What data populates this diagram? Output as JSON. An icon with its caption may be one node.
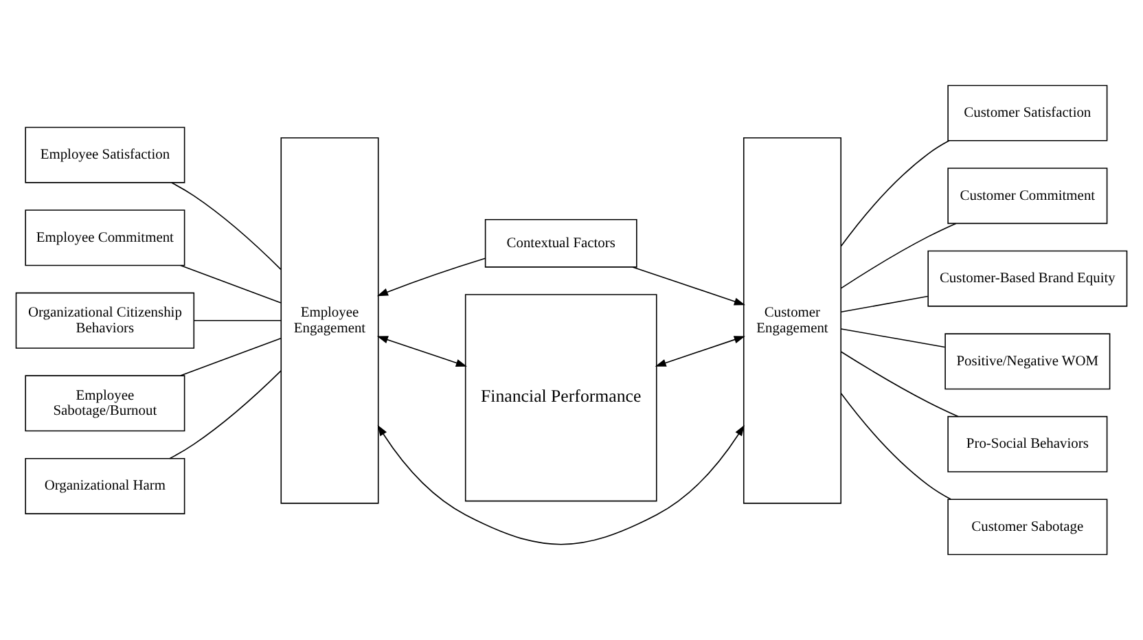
{
  "diagram": {
    "nodes": [
      {
        "text": [
          "Contextual Factors"
        ]
      },
      {
        "text": [
          "Employee Satisfaction"
        ]
      },
      {
        "text": [
          "Employee Commitment"
        ]
      },
      {
        "text": [
          "Organizational Citizenship Behaviors"
        ]
      },
      {
        "text": [
          "Employee Sabotage/Burnout"
        ]
      },
      {
        "text": [
          "Organizational Harm"
        ]
      },
      {
        "text": [
          "Employee Engagement"
        ]
      },
      {
        "text": [
          "Financial Performance"
        ]
      },
      {
        "text": [
          "Customer Engagement"
        ]
      },
      {
        "text": [
          "Customer Satisfaction"
        ]
      },
      {
        "text": [
          "Customer Commitment"
        ]
      },
      {
        "text": [
          "Customer-Based Brand Equity"
        ]
      },
      {
        "text": [
          "Positive/Negative WOM"
        ]
      },
      {
        "text": [
          "Pro-Social Behaviors"
        ]
      },
      {
        "text": [
          "Customer Sabotage"
        ]
      }
    ],
    "edges": [
      {
        "from": 0,
        "to": 6,
        "arrow": "to"
      },
      {
        "from": 0,
        "to": 8,
        "arrow": "to"
      },
      {
        "from": 1,
        "to": 6,
        "arrow": "none"
      },
      {
        "from": 2,
        "to": 6,
        "arrow": "none"
      },
      {
        "from": 3,
        "to": 6,
        "arrow": "none"
      },
      {
        "from": 4,
        "to": 6,
        "arrow": "none"
      },
      {
        "from": 5,
        "to": 6,
        "arrow": "none"
      },
      {
        "from": 6,
        "to": 7,
        "arrow": "both"
      },
      {
        "from": 7,
        "to": 8,
        "arrow": "both"
      },
      {
        "from": 6,
        "to": 8,
        "arrow": "both"
      },
      {
        "from": 8,
        "to": 9,
        "arrow": "none"
      },
      {
        "from": 8,
        "to": 10,
        "arrow": "none"
      },
      {
        "from": 8,
        "to": 11,
        "arrow": "none"
      },
      {
        "from": 8,
        "to": 12,
        "arrow": "none"
      },
      {
        "from": 8,
        "to": 13,
        "arrow": "none"
      },
      {
        "from": 8,
        "to": 14,
        "arrow": "none"
      }
    ]
  }
}
